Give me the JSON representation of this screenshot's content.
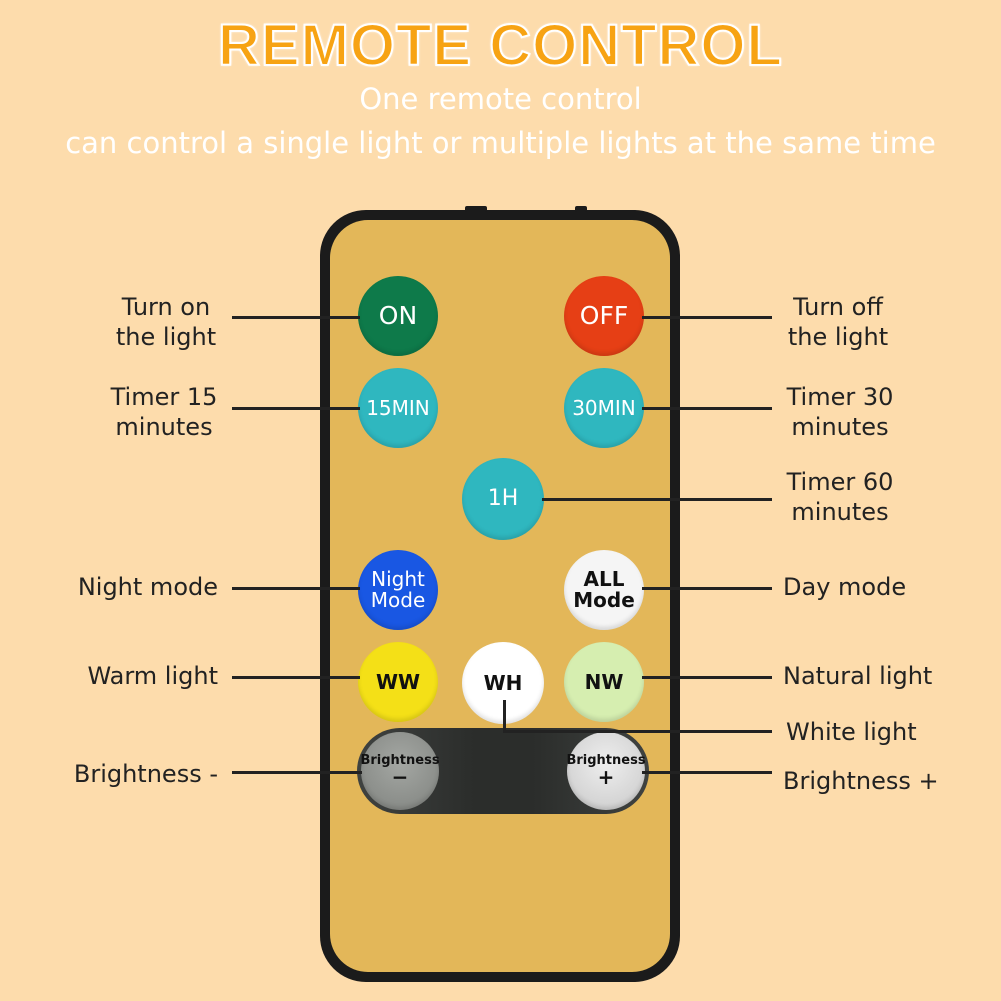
{
  "header": {
    "title": "REMOTE CONTROL",
    "subtitle_line1": "One remote control",
    "subtitle_line2": "can control a single light or multiple lights at the same time"
  },
  "buttons": {
    "on": "ON",
    "off": "OFF",
    "min15": "15MIN",
    "min30": "30MIN",
    "h1": "1H",
    "night_line1": "Night",
    "night_line2": "Mode",
    "all_line1": "ALL",
    "all_line2": "Mode",
    "ww": "WW",
    "wh": "WH",
    "nw": "NW",
    "brightness_down_line1": "Brightness",
    "brightness_down_line2": "−",
    "brightness_up_line1": "Brightness",
    "brightness_up_line2": "+"
  },
  "labels": {
    "turn_on_1": "Turn on",
    "turn_on_2": "the light",
    "turn_off_1": "Turn off",
    "turn_off_2": "the light",
    "timer15_1": "Timer 15",
    "timer15_2": "minutes",
    "timer30_1": "Timer 30",
    "timer30_2": "minutes",
    "timer60_1": "Timer 60",
    "timer60_2": "minutes",
    "night_mode": "Night mode",
    "day_mode": "Day mode",
    "warm_light": "Warm light",
    "natural_light": "Natural light",
    "white_light": "White light",
    "brightness_minus": "Brightness -",
    "brightness_plus": "Brightness +"
  },
  "colors": {
    "background": "#fddcac",
    "title": "#f7a313",
    "remote_face": "#e3b759",
    "on": "#0e7a4a",
    "off": "#e63f15",
    "timer": "#2fb7bf",
    "night": "#1957e3",
    "all": "#f5f5f5",
    "ww": "#f4e017",
    "wh": "#ffffff",
    "nw": "#d6eeb0"
  }
}
